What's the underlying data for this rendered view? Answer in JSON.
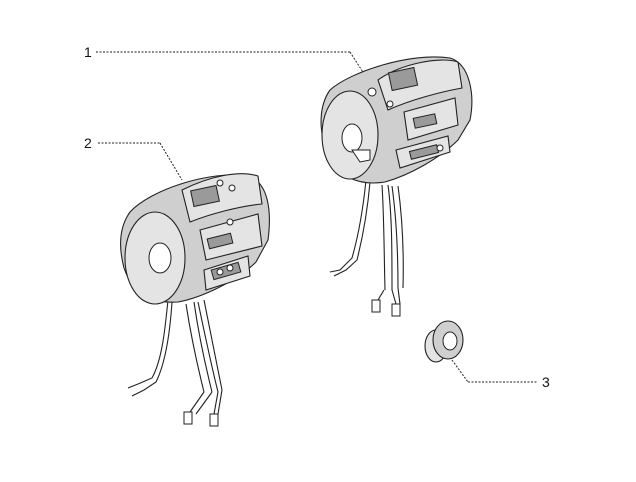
{
  "callouts": [
    {
      "id": "1",
      "label": "1"
    },
    {
      "id": "2",
      "label": "2"
    },
    {
      "id": "3",
      "label": "3"
    }
  ],
  "parts": [
    {
      "callout": "1",
      "part": "right-handlebar-switch"
    },
    {
      "callout": "2",
      "part": "left-handlebar-switch"
    },
    {
      "callout": "3",
      "part": "cap"
    }
  ],
  "colors": {
    "line": "#222222",
    "body": "#cfcfcf",
    "background": "#ffffff"
  }
}
